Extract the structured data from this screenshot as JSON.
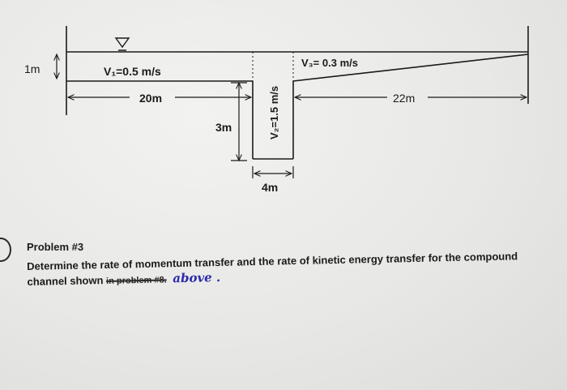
{
  "figure": {
    "depth_label": "1m",
    "v1_label": "V₁=0.5 m/s",
    "v2_label": "V₂=1.5 m/s",
    "v3_label": "V₃= 0.3 m/s",
    "left_width_label": "20m",
    "right_width_label": "22m",
    "channel_depth_label": "3m",
    "channel_width_label": "4m"
  },
  "problem": {
    "title": "Problem #3",
    "text": "Determine the rate of momentum transfer and the rate of kinetic energy transfer for the compound channel shown",
    "struck_text": "in problem #8.",
    "handwritten": "above ."
  }
}
